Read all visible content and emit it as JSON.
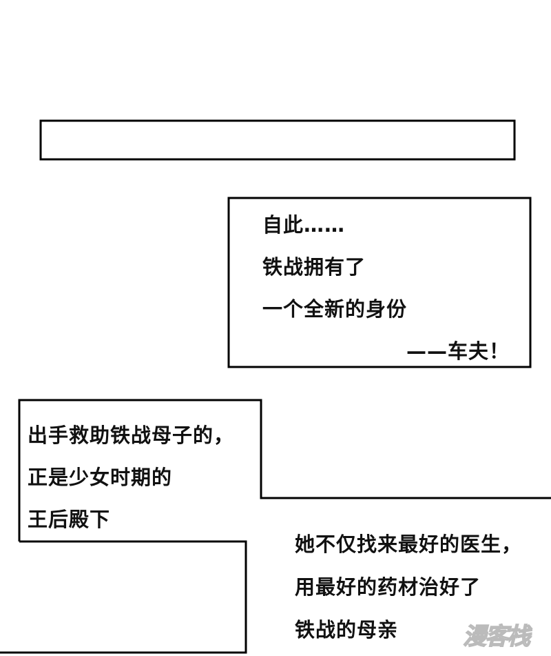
{
  "caption_box_1": {
    "lines": [
      "自此……",
      "铁战拥有了",
      "一个全新的身份",
      "——车夫！"
    ]
  },
  "caption_box_2": {
    "lines": [
      "出手救助铁战母子的，",
      "正是少女时期的",
      "王后殿下"
    ]
  },
  "caption_box_3": {
    "lines": [
      "她不仅找来最好的医生，",
      "用最好的药材治好了",
      "铁战的母亲"
    ]
  },
  "watermark": "漫客栈"
}
